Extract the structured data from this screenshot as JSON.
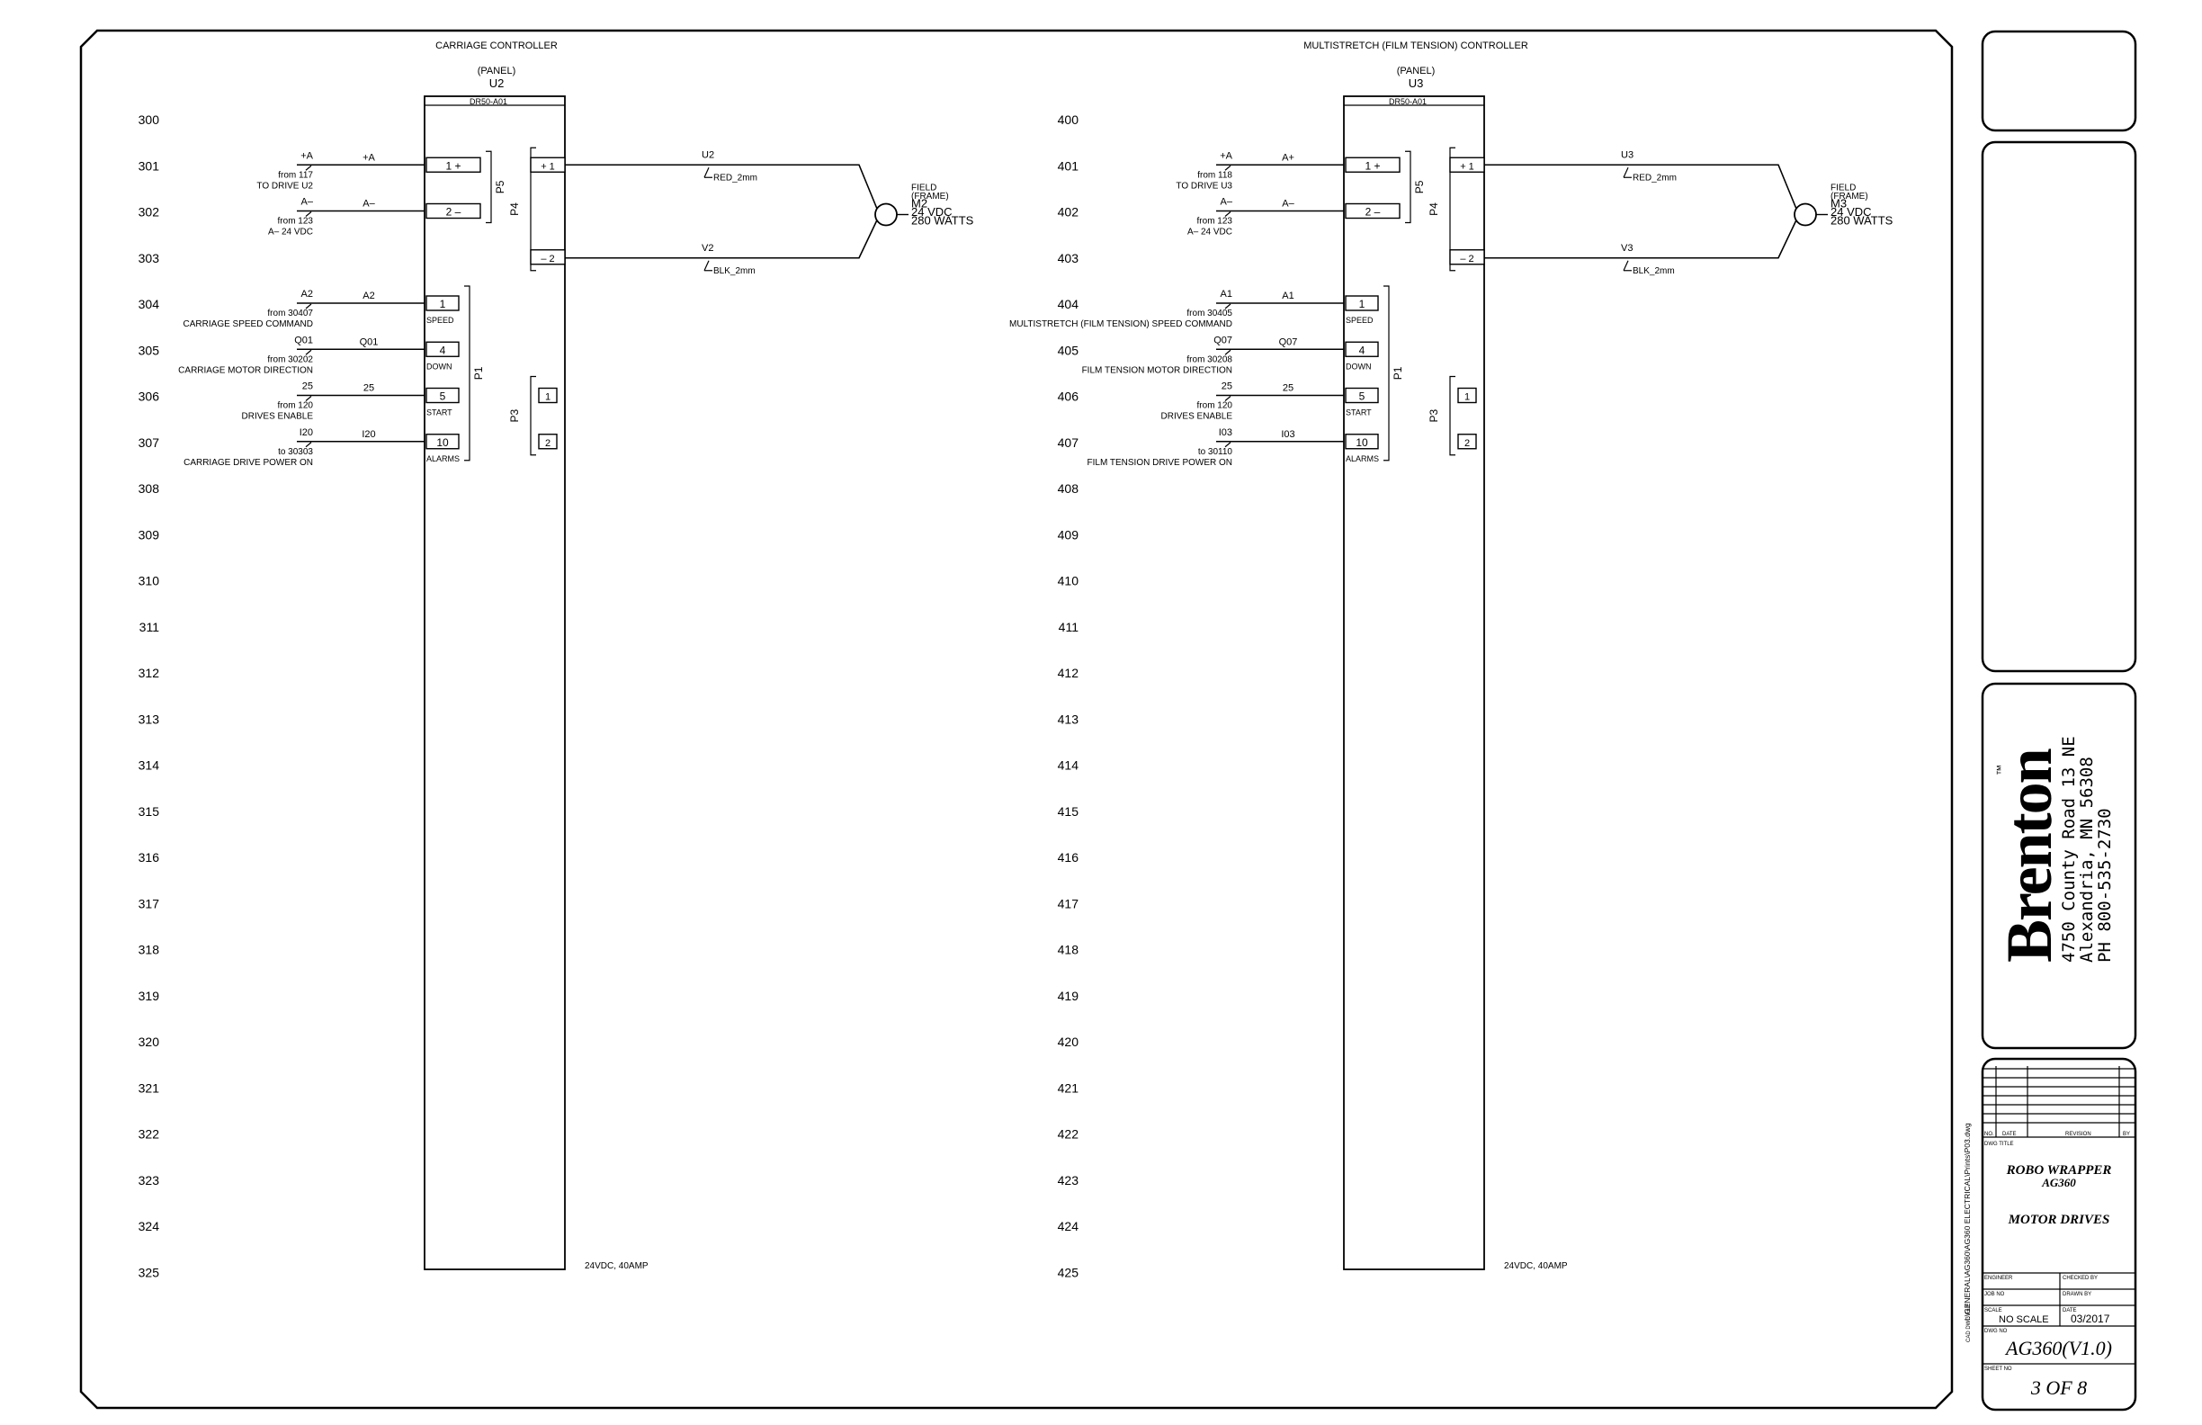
{
  "left": {
    "title": "CARRIAGE CONTROLLER",
    "panel": "(PANEL)",
    "unit": "U2",
    "model": "DR50-A01",
    "rungs": [
      "300",
      "301",
      "302",
      "303",
      "304",
      "305",
      "306",
      "307",
      "308",
      "309",
      "310",
      "311",
      "312",
      "313",
      "314",
      "315",
      "316",
      "317",
      "318",
      "319",
      "320",
      "321",
      "322",
      "323",
      "324",
      "325"
    ],
    "inputs": [
      {
        "tag": "+A",
        "wire": "+A",
        "from": "from 117",
        "desc": "TO DRIVE U2",
        "term": "1 +",
        "sub": ""
      },
      {
        "tag": "A–",
        "wire": "A–",
        "from": "from 123",
        "desc": "A– 24 VDC",
        "term": "2 –",
        "sub": ""
      },
      {
        "tag": "A2",
        "wire": "A2",
        "from": "from 30407",
        "desc": "CARRIAGE SPEED COMMAND",
        "term": "1",
        "sub": "SPEED"
      },
      {
        "tag": "Q01",
        "wire": "Q01",
        "from": "from 30202",
        "desc": "CARRIAGE MOTOR DIRECTION",
        "term": "4",
        "sub": "DOWN"
      },
      {
        "tag": "25",
        "wire": "25",
        "from": "from 120",
        "desc": "DRIVES ENABLE",
        "term": "5",
        "sub": "START"
      },
      {
        "tag": "I20",
        "wire": "I20",
        "from": "to 30303",
        "desc": "CARRIAGE DRIVE POWER ON",
        "term": "10",
        "sub": "ALARMS"
      }
    ],
    "p5": "P5",
    "p1": "P1",
    "p4": "P4",
    "p3": "P3",
    "out_terms": [
      "+ 1",
      "– 2"
    ],
    "p3_terms": [
      "1",
      "2"
    ],
    "out_wires": [
      {
        "id": "U2",
        "color": "RED_2mm"
      },
      {
        "id": "V2",
        "color": "BLK_2mm"
      }
    ],
    "motor": [
      "FIELD",
      "(FRAME)",
      "M2",
      "24 VDC",
      "280 WATTS"
    ],
    "supply": "24VDC, 40AMP"
  },
  "right": {
    "title": "MULTISTRETCH (FILM TENSION) CONTROLLER",
    "panel": "(PANEL)",
    "unit": "U3",
    "model": "DR50-A01",
    "rungs": [
      "400",
      "401",
      "402",
      "403",
      "404",
      "405",
      "406",
      "407",
      "408",
      "409",
      "410",
      "411",
      "412",
      "413",
      "414",
      "415",
      "416",
      "417",
      "418",
      "419",
      "420",
      "421",
      "422",
      "423",
      "424",
      "425"
    ],
    "inputs": [
      {
        "tag": "+A",
        "wire": "A+",
        "from": "from 118",
        "desc": "TO DRIVE U3",
        "term": "1 +",
        "sub": ""
      },
      {
        "tag": "A–",
        "wire": "A–",
        "from": "from 123",
        "desc": "A– 24 VDC",
        "term": "2 –",
        "sub": ""
      },
      {
        "tag": "A1",
        "wire": "A1",
        "from": "from 30405",
        "desc": "MULTISTRETCH (FILM TENSION) SPEED COMMAND",
        "term": "1",
        "sub": "SPEED"
      },
      {
        "tag": "Q07",
        "wire": "Q07",
        "from": "from 30208",
        "desc": "FILM TENSION MOTOR DIRECTION",
        "term": "4",
        "sub": "DOWN"
      },
      {
        "tag": "25",
        "wire": "25",
        "from": "from 120",
        "desc": "DRIVES ENABLE",
        "term": "5",
        "sub": "START"
      },
      {
        "tag": "I03",
        "wire": "I03",
        "from": "to 30110",
        "desc": "FILM TENSION DRIVE POWER ON",
        "term": "10",
        "sub": "ALARMS"
      }
    ],
    "p5": "P5",
    "p1": "P1",
    "p4": "P4",
    "p3": "P3",
    "out_terms": [
      "+ 1",
      "– 2"
    ],
    "p3_terms": [
      "1",
      "2"
    ],
    "out_wires": [
      {
        "id": "U3",
        "color": "RED_2mm"
      },
      {
        "id": "V3",
        "color": "BLK_2mm"
      }
    ],
    "motor": [
      "FIELD",
      "(FRAME)",
      "M3",
      "24 VDC",
      "280 WATTS"
    ],
    "supply": "24VDC, 40AMP"
  },
  "titleblock": {
    "tm": "™",
    "brand": "Brenton",
    "address": [
      "4750 County Road 13 NE",
      "Alexandria, MN 56308",
      "PH 800-535-2730"
    ],
    "cad_file_label": "CAD DWG FILE",
    "cad_file": "I:\\GENERAL\\AG360\\AG360 ELECTRICAL\\Prints\\P03.dwg",
    "rev_headers": [
      "NO.",
      "DATE",
      "REVISION",
      "BY"
    ],
    "dwg_title_label": "DWG TITLE",
    "dwg_title_1": "ROBO WRAPPER",
    "dwg_title_2": "AG360",
    "dwg_title_3": "MOTOR DRIVES",
    "engineer_label": "ENGINEER",
    "checked_label": "CHECKED BY",
    "job_label": "JOB NO",
    "drawn_label": "DRAWN BY",
    "scale_label": "SCALE",
    "scale": "NO SCALE",
    "date_label": "DATE",
    "date": "03/2017",
    "dwg_no_label": "DWG NO",
    "dwg_no": "AG360(V1.0)",
    "sheet_label": "SHEET NO",
    "sheet": "3 OF 8"
  }
}
